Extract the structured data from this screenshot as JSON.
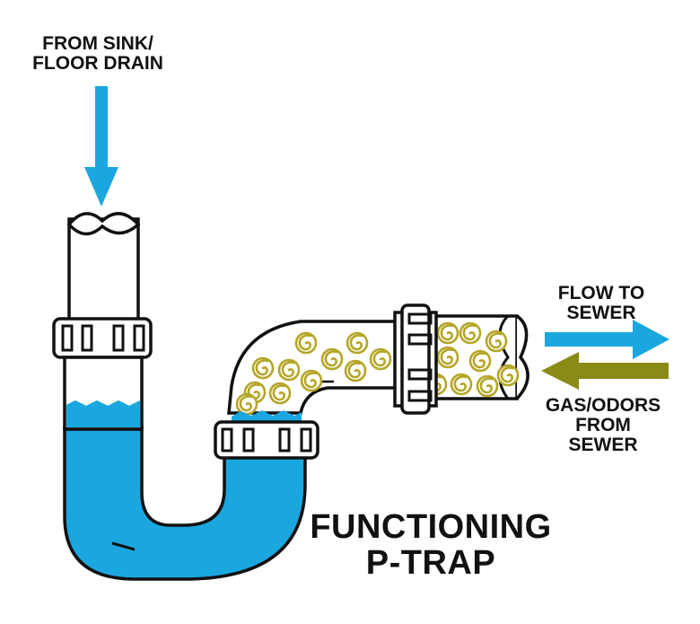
{
  "labels": {
    "inlet_line1": "FROM SINK/",
    "inlet_line2": "FLOOR DRAIN",
    "flow_line1": "FLOW TO",
    "flow_line2": "SEWER",
    "gas_line1": "GAS/ODORS",
    "gas_line2": "FROM",
    "gas_line3": "SEWER",
    "title_line1": "FUNCTIONING",
    "title_line2": "P-TRAP"
  },
  "colors": {
    "water": "#1aa7e0",
    "gas_arrow": "#8a8a16",
    "odor_swirl": "#b5a627",
    "outline": "#111111",
    "pipe_fill": "#ffffff"
  },
  "icons": {
    "flow_arrow": "arrow-right",
    "gas_arrow": "arrow-left",
    "odor": "swirl"
  }
}
